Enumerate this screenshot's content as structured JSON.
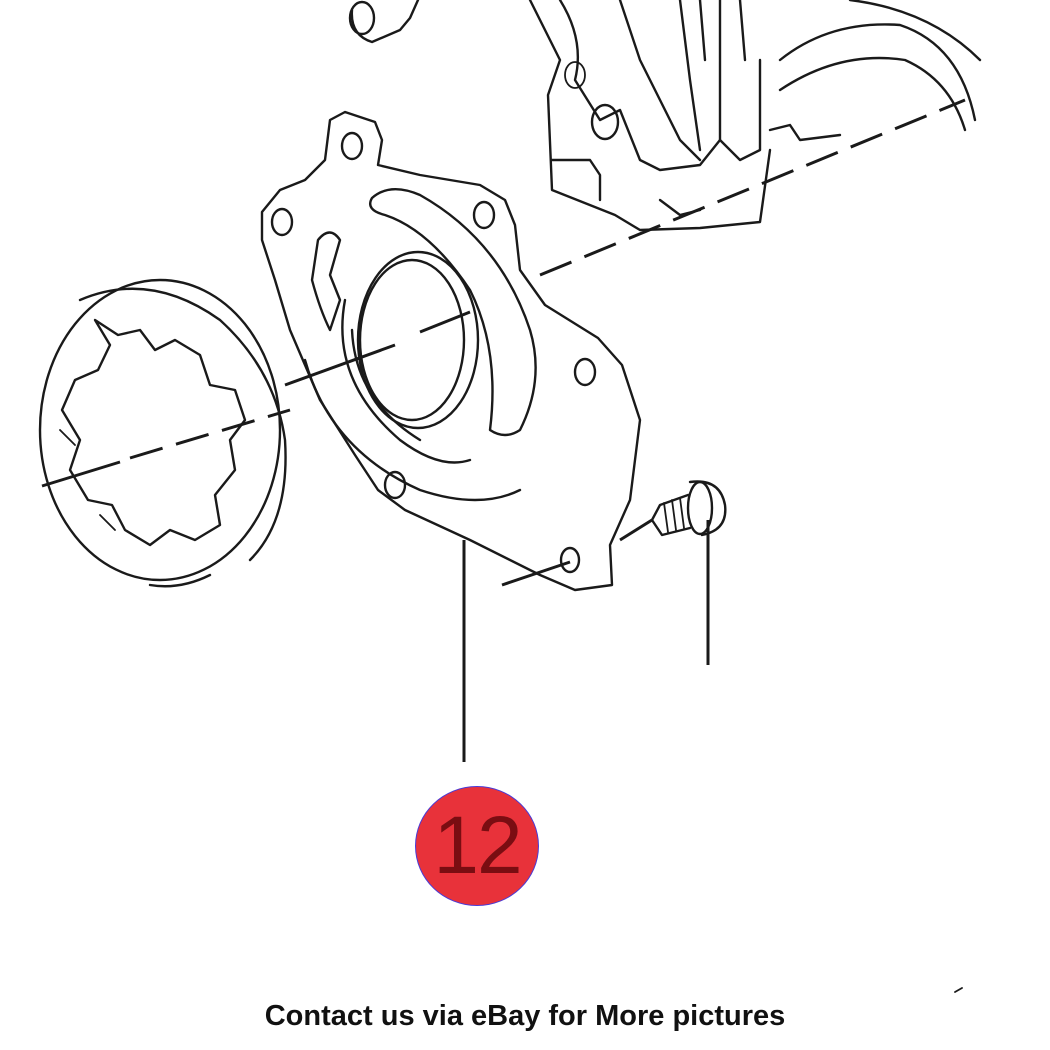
{
  "callout": {
    "number": "12",
    "fill": "#e8323a",
    "text_color": "#7a0d12"
  },
  "caption": {
    "text": "Contact us via eBay for More pictures"
  },
  "icons": {
    "diagram": "oil-pump-exploded-view"
  }
}
